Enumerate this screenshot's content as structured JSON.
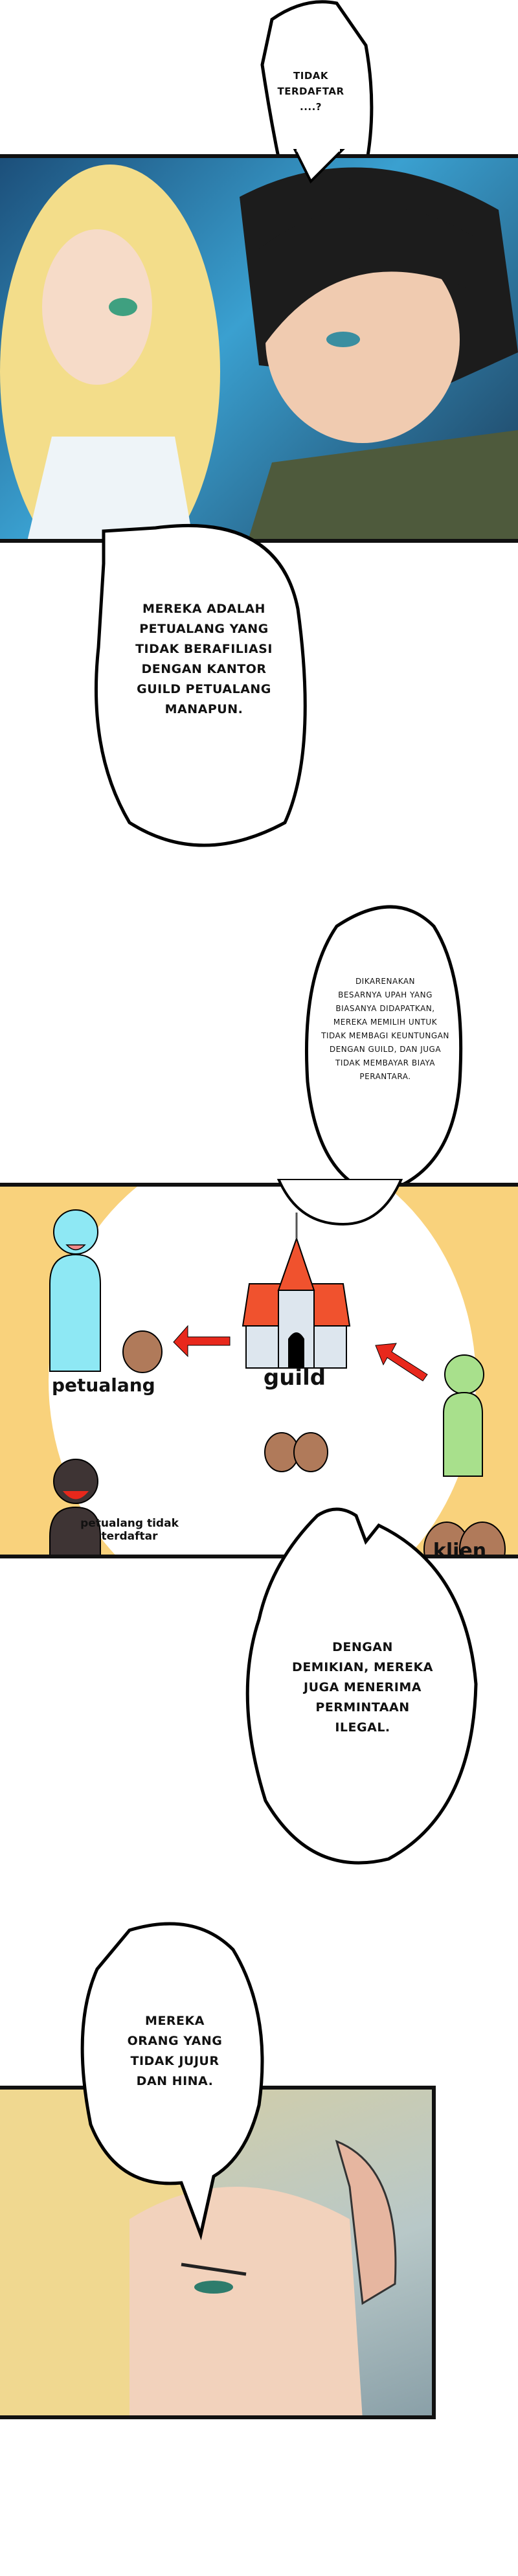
{
  "bubbles": [
    {
      "text": "TIDAK\nTERDAFTAR\n....?"
    },
    {
      "text": "MEREKA ADALAH\nPETUALANG YANG\nTIDAK BERAFILIASI\nDENGAN KANTOR\nGUILD PETUALANG\nMANAPUN."
    },
    {
      "text": "DIKARENAKAN\nBESARNYA UPAH YANG\nBIASANYA DIDAPATKAN,\nMEREKA MEMILIH UNTUK\nTIDAK MEMBAGI KEUNTUNGAN\nDENGAN GUILD, DAN JUGA\nTIDAK MEMBAYAR BIAYA\nPERANTARA."
    },
    {
      "text": "DENGAN\nDEMIKIAN, MEREKA\nJUGA MENERIMA\nPERMINTAAN\nILEGAL."
    },
    {
      "text": "MEREKA\nORANG YANG\nTIDAK JUJUR\nDAN HINA."
    }
  ],
  "diagram": {
    "labels": {
      "adventurer": "petualang",
      "guild": "guild",
      "client": "klien",
      "unregistered": "petualang tidak\nterdaftar"
    },
    "colors": {
      "background": "#f9d27c",
      "arrow": "#e8281c",
      "bag": "#b07a5a",
      "adventurer": "#8ee8f4",
      "client": "#a8e08c",
      "unregistered": "#3e3434",
      "roof": "#f0522e"
    }
  }
}
